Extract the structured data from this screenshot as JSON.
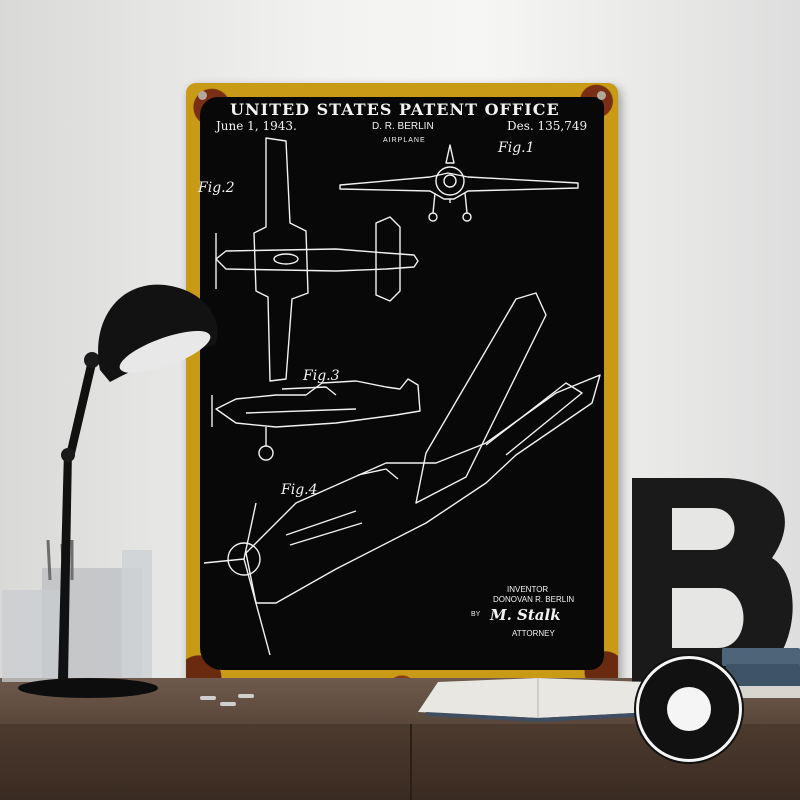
{
  "patent": {
    "title": "UNITED  STATES  PATENT  OFFICE",
    "date": "June 1, 1943.",
    "inventor_short": "D. R. BERLIN",
    "subject": "AIRPLANE",
    "design_number": "Des. 135,749",
    "figures": [
      "Fig.1",
      "Fig.2",
      "Fig.3",
      "Fig.4"
    ],
    "inventor_role": "INVENTOR",
    "inventor_name": "DONOVAN  R. BERLIN",
    "by": "BY",
    "attorney_signature": "M. Stalk",
    "attorney_role": "ATTORNEY"
  },
  "colors": {
    "sign_background": "#080808",
    "sign_frame": "#c99a16",
    "drawing_lines": "#f2f2f2",
    "desk": "#5a473b"
  },
  "icons": {
    "lamp": "desk-lamp",
    "holder": "pen-holder",
    "letter": "letter-b-decor",
    "badge": "store-badge"
  }
}
